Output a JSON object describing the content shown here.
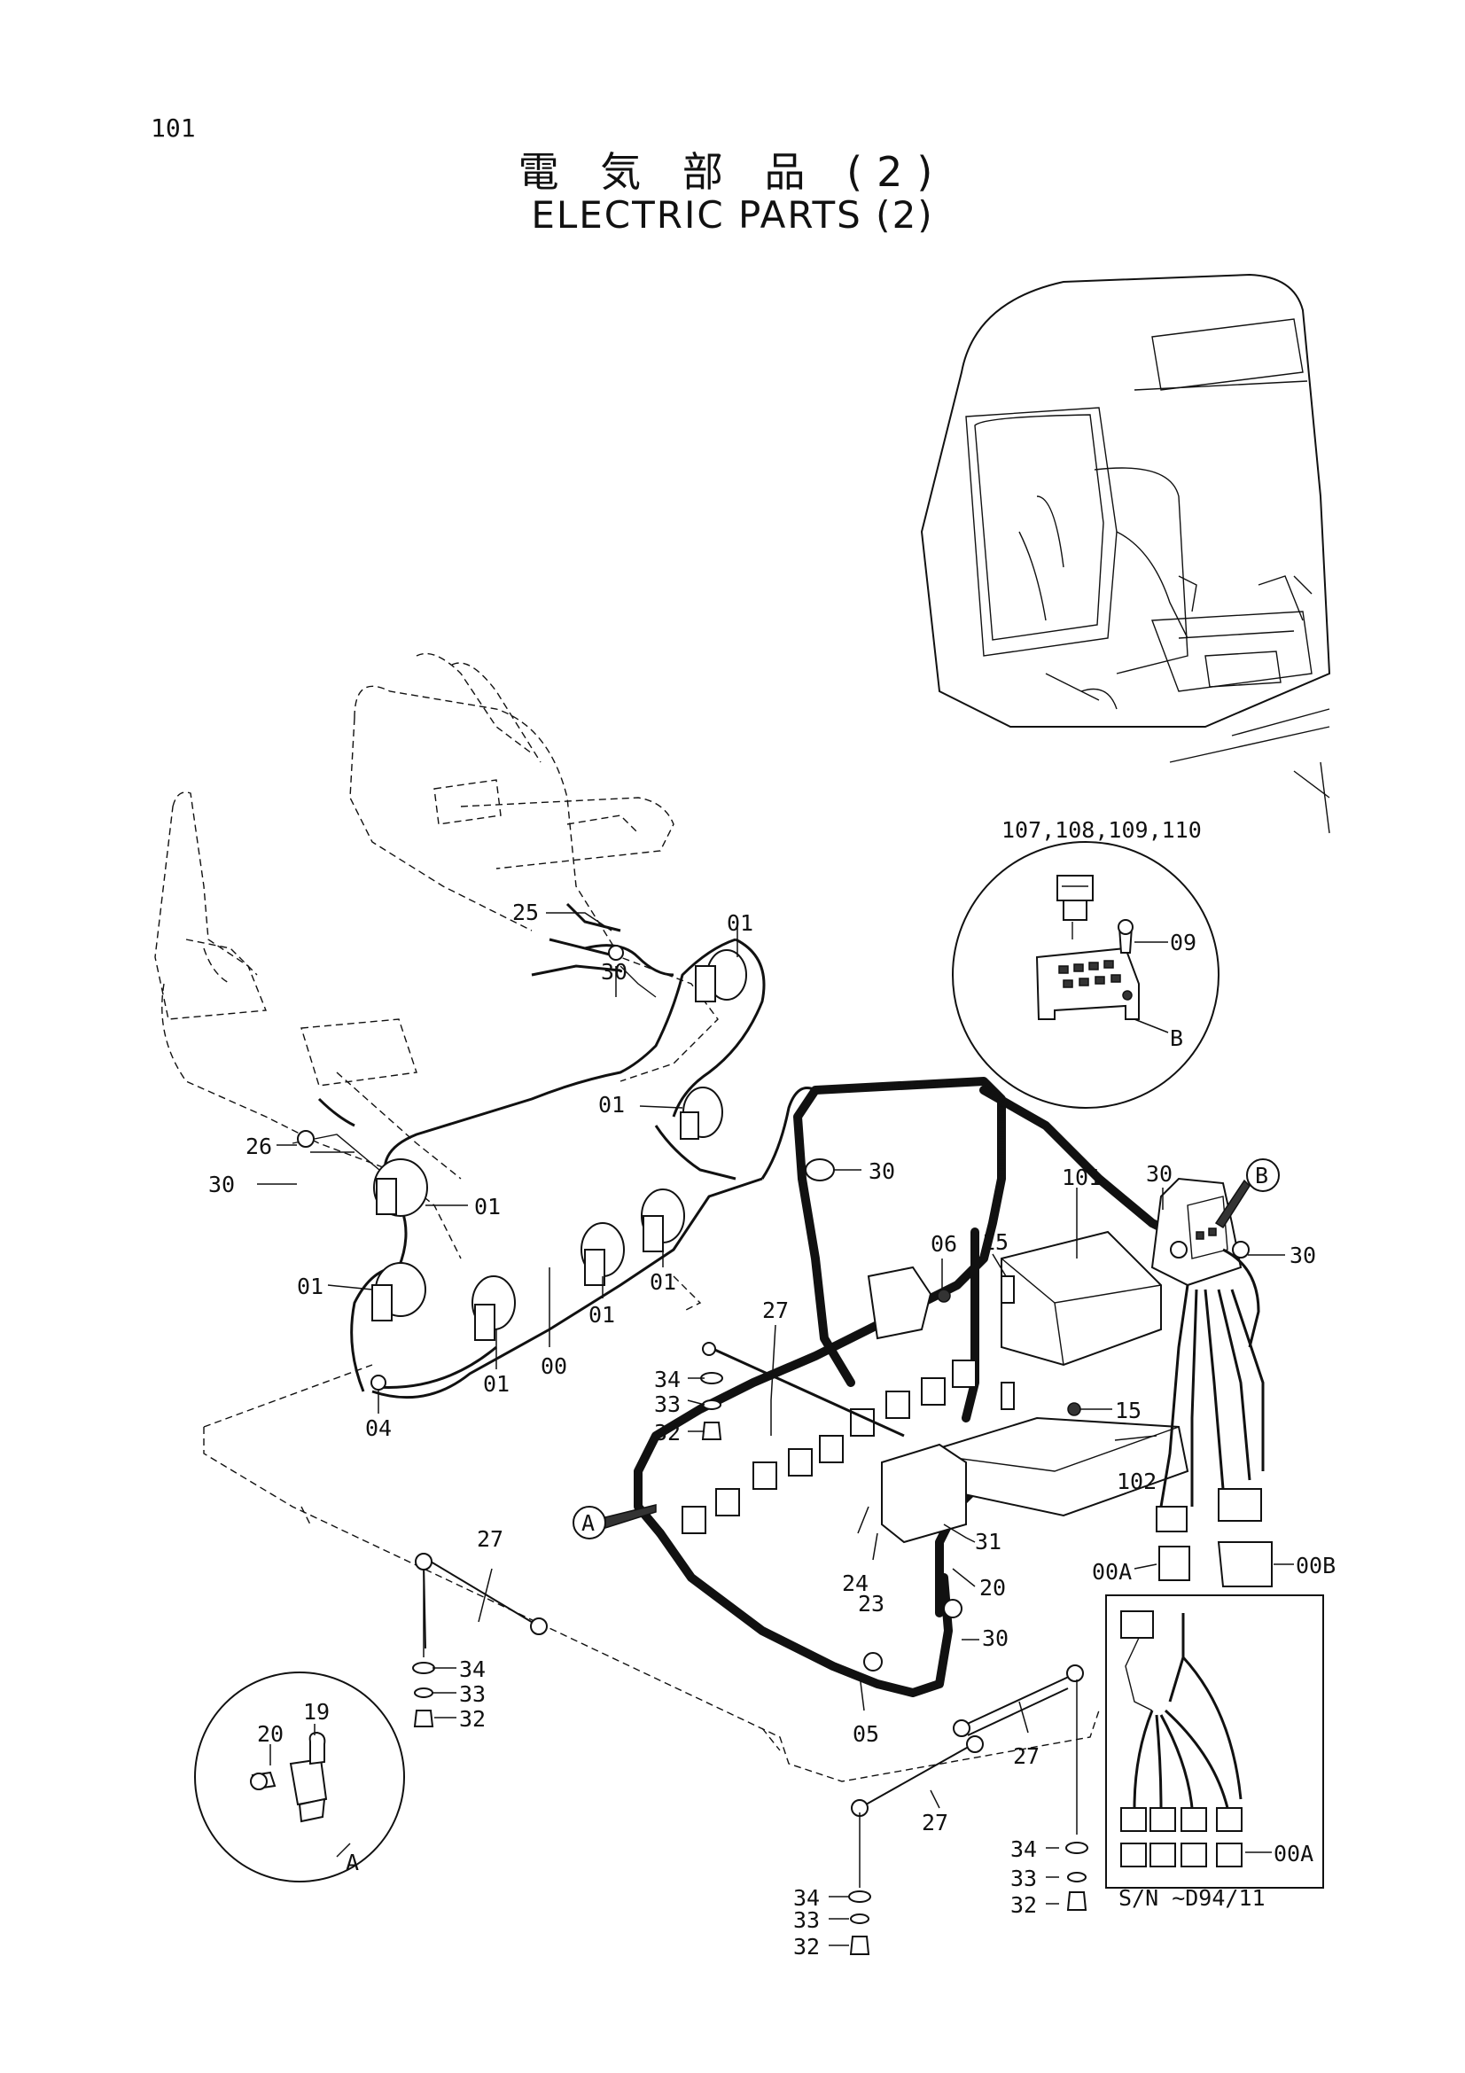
{
  "page_number": "101",
  "title_jp": "電 気 部 品 (2)",
  "title_en": "ELECTRIC PARTS (2)",
  "detail_B": {
    "parts_label": "107,108,109,110",
    "screw": "09",
    "view_letter": "B"
  },
  "detail_A": {
    "parts": [
      "20",
      "19"
    ],
    "view_letter": "A"
  },
  "detail_serial": {
    "connector": "00A",
    "serial_note": "S/N ~D94/11"
  },
  "markers": {
    "A": "A",
    "B": "B"
  },
  "callouts": [
    {
      "id": "c25",
      "label": "25"
    },
    {
      "id": "c01a",
      "label": "01"
    },
    {
      "id": "c30a",
      "label": "30"
    },
    {
      "id": "c01b",
      "label": "01"
    },
    {
      "id": "c30b",
      "label": "30"
    },
    {
      "id": "c26",
      "label": "26"
    },
    {
      "id": "c30c",
      "label": "30"
    },
    {
      "id": "c01c",
      "label": "01"
    },
    {
      "id": "c01d",
      "label": "01"
    },
    {
      "id": "c04",
      "label": "04"
    },
    {
      "id": "c01e",
      "label": "01"
    },
    {
      "id": "c00",
      "label": "00"
    },
    {
      "id": "c01f",
      "label": "01"
    },
    {
      "id": "c01g",
      "label": "01"
    },
    {
      "id": "c27a",
      "label": "27"
    },
    {
      "id": "c06",
      "label": "06"
    },
    {
      "id": "c15a",
      "label": "15"
    },
    {
      "id": "c101",
      "label": "101"
    },
    {
      "id": "c30d",
      "label": "30"
    },
    {
      "id": "c30e",
      "label": "30"
    },
    {
      "id": "c34a",
      "label": "34"
    },
    {
      "id": "c33a",
      "label": "33"
    },
    {
      "id": "c32a",
      "label": "32"
    },
    {
      "id": "c15b",
      "label": "15"
    },
    {
      "id": "c102",
      "label": "102"
    },
    {
      "id": "c24",
      "label": "24"
    },
    {
      "id": "c23",
      "label": "23"
    },
    {
      "id": "c31",
      "label": "31"
    },
    {
      "id": "c20",
      "label": "20"
    },
    {
      "id": "c30f",
      "label": "30"
    },
    {
      "id": "c00A",
      "label": "00A"
    },
    {
      "id": "c00B",
      "label": "00B"
    },
    {
      "id": "c27b",
      "label": "27"
    },
    {
      "id": "c34b",
      "label": "34"
    },
    {
      "id": "c33b",
      "label": "33"
    },
    {
      "id": "c32b",
      "label": "32"
    },
    {
      "id": "c05",
      "label": "05"
    },
    {
      "id": "c27c",
      "label": "27"
    },
    {
      "id": "c27d",
      "label": "27"
    },
    {
      "id": "c34c",
      "label": "34"
    },
    {
      "id": "c33c",
      "label": "33"
    },
    {
      "id": "c32c",
      "label": "32"
    },
    {
      "id": "c34d",
      "label": "34"
    },
    {
      "id": "c33d",
      "label": "33"
    },
    {
      "id": "c32d",
      "label": "32"
    }
  ]
}
